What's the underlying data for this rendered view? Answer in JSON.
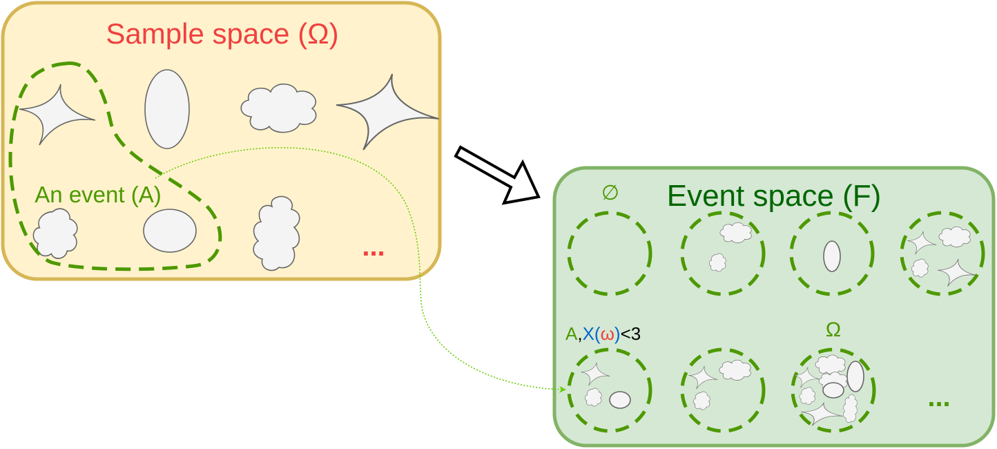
{
  "sample_space": {
    "title": "Sample space (Ω)",
    "event_label": "An event (A)",
    "ellipsis": "...",
    "fill": "#fff2cc",
    "border": "#d6b656",
    "title_color": "#f04040"
  },
  "event_space": {
    "title": "Event space (F)",
    "empty_set_label": "∅",
    "omega_label": "Ω",
    "ellipsis": "...",
    "fill": "#d5e8d4",
    "border": "#82b366",
    "title_color": "#006600"
  },
  "condition_label": {
    "event": "A",
    "comma": ",",
    "rv_prefix": "X(",
    "omega": "ω",
    "rv_suffix": ")",
    "relation": "<3",
    "colors": {
      "event": "#4d9900",
      "rv": "#0066cc",
      "omega": "#f04040",
      "relation": "#000000"
    }
  },
  "accent": {
    "dashed_green": "#4d9900",
    "connector": "#66cc00",
    "shape_fill": "#f4f4f4",
    "shape_stroke": "#666666"
  },
  "icons": [
    "star-shape",
    "ellipse-shape",
    "cloud-shape",
    "blob-shape",
    "dashed-circle",
    "big-arrow"
  ]
}
